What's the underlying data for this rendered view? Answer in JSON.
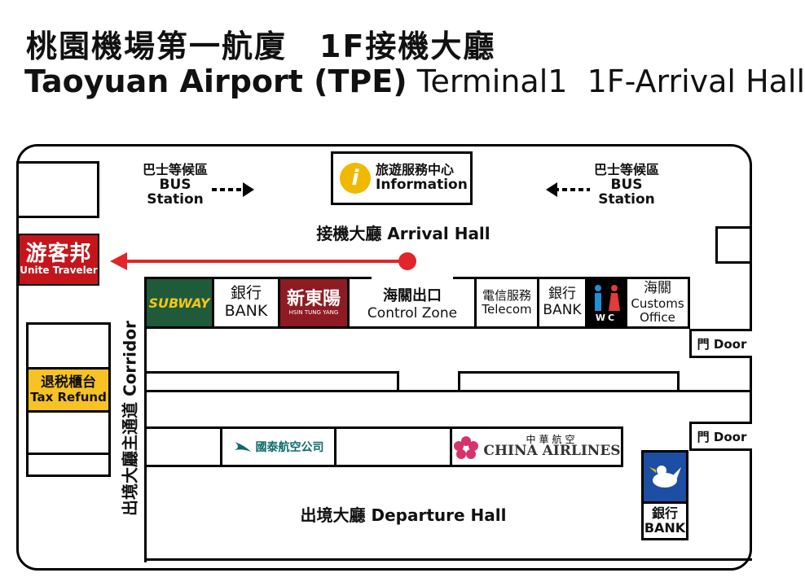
{
  "header": {
    "title_zh": "桃園機場第一航廈　1F接機大廳",
    "title_en_bold": "Taoyuan Airport (TPE)",
    "title_en_rest": " Terminal1  1F-Arrival Hall"
  },
  "labels": {
    "bus_left_zh": "巴士等候區",
    "bus_left_en1": "BUS",
    "bus_left_en2": "Station",
    "bus_right_zh": "巴士等候區",
    "bus_right_en1": "BUS",
    "bus_right_en2": "Station",
    "info_zh": "旅遊服務中心",
    "info_en": "Information",
    "info_icon": "i",
    "arrival_hall": "接機大廳 Arrival Hall",
    "unite_zh": "游客邦",
    "unite_en": "Unite Traveler",
    "subway": "SUBWAY",
    "bank_zh": "銀行",
    "bank_en": "BANK",
    "hsin_zh": "新東陽",
    "hsin_en": "HSIN TUNG YANG",
    "control_zh": "海關出口",
    "control_en": "Control Zone",
    "telecom_zh": "電信服務",
    "telecom_en": "Telecom",
    "wc": "WC",
    "customs_zh": "海關",
    "customs_en1": "Customs",
    "customs_en2": "Office",
    "door": "門 Door",
    "corridor": "出境大廳主通道 Corridor",
    "tax_zh": "退税櫃台",
    "tax_en": "Tax Refund",
    "cathay_zh": "國泰航空公司",
    "china_zh": "中華航空",
    "china_en": "CHINA AIRLINES",
    "departure_hall": "出境大廳 Departure Hall"
  },
  "colors": {
    "red_arrow": "#e0262a",
    "unite_red": "#c5151b",
    "subway_green": "#1f5a3b",
    "subway_yellow": "#f5c518",
    "hsin_red": "#8e1b23",
    "info_yellow": "#f1b800",
    "tax_yellow": "#f6c224",
    "cathay_teal": "#0e6b6b",
    "china_pink": "#d6336c",
    "bank_blue": "#1c4ea3",
    "wc_blue": "#1f8fd6",
    "wc_red": "#e33a3a"
  }
}
